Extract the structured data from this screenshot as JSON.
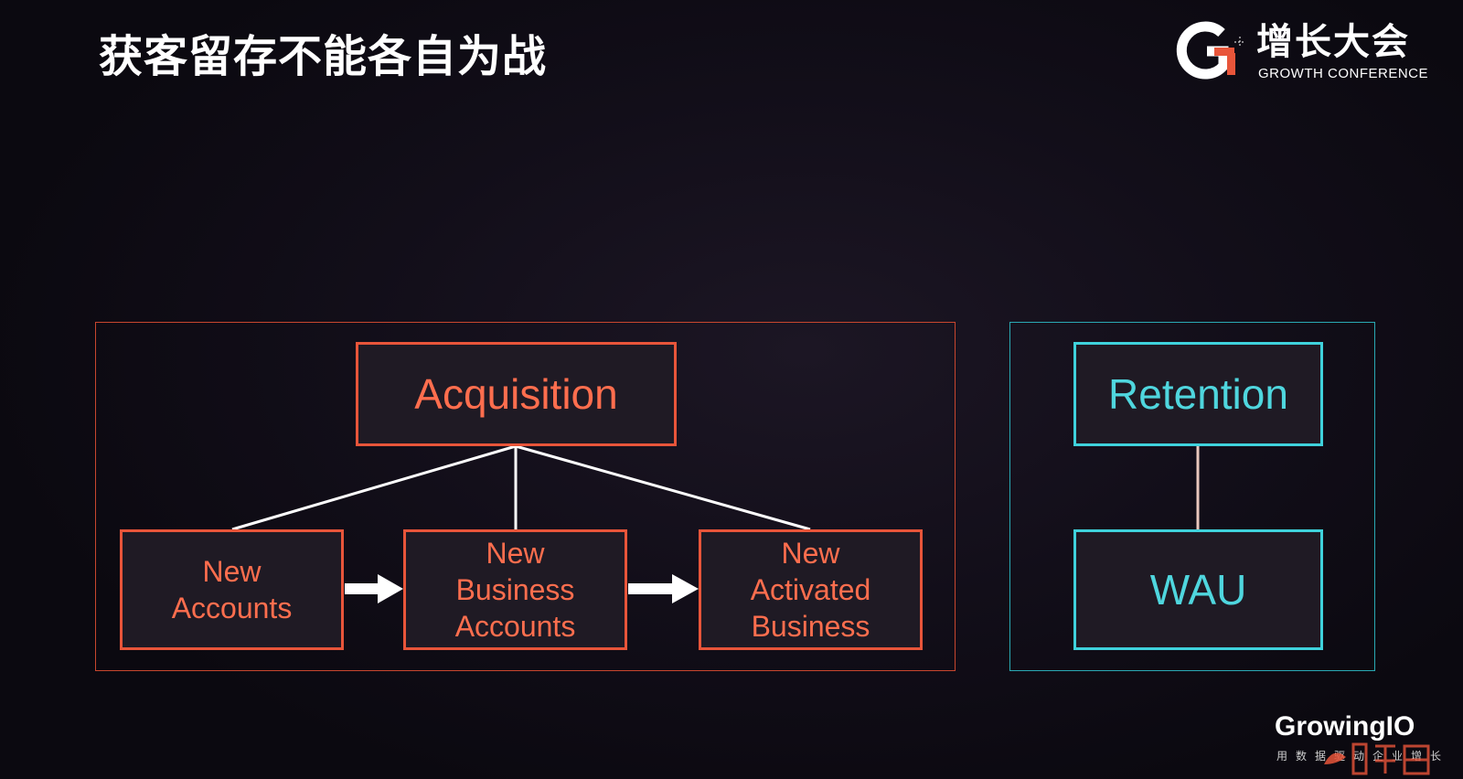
{
  "slide": {
    "title": "获客留存不能各自为战"
  },
  "logo": {
    "cn": "增长大会",
    "en": "GROWTH CONFERENCE",
    "colors": {
      "mark_white": "#ffffff",
      "mark_orange": "#e8553a"
    }
  },
  "diagram": {
    "acquisition_group": {
      "root": "Acquisition",
      "children": [
        "New\nAccounts",
        "New\nBusiness\nAccounts",
        "New\nActivated\nBusiness"
      ],
      "color": "#e8553a"
    },
    "retention_group": {
      "root": "Retention",
      "child": "WAU",
      "color": "#3fd2dc"
    }
  },
  "brand": {
    "name": "GrowingIO",
    "tagline": "用数据驱动企业增长"
  },
  "watermark": {
    "icon": "fish-logo-icon"
  }
}
